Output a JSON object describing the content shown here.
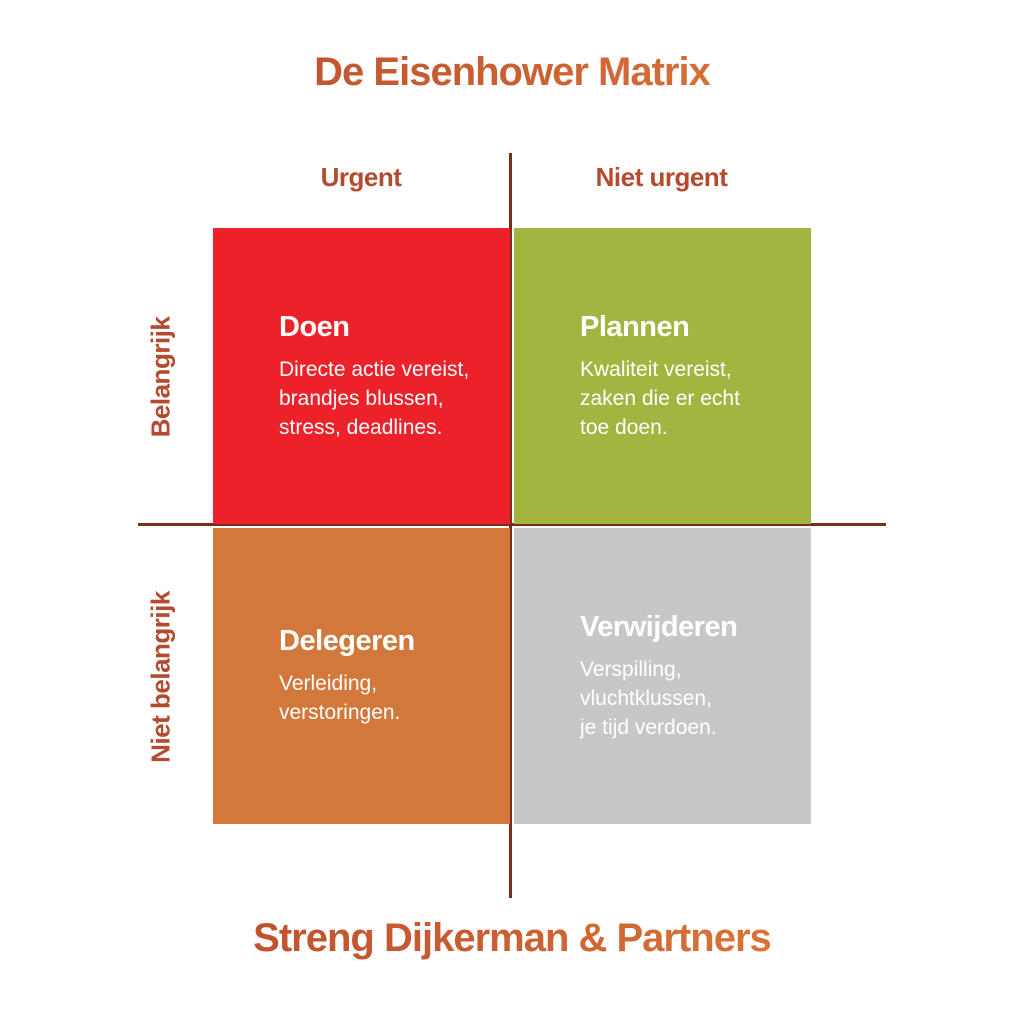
{
  "title": "De Eisenhower Matrix",
  "footer": "Streng Dijkerman & Partners",
  "axes": {
    "col_left": "Urgent",
    "col_right": "Niet urgent",
    "row_top": "Belangrijk",
    "row_bottom": "Niet belangrijk"
  },
  "quadrants": [
    {
      "title": "Doen",
      "body": "Directe actie vereist,\nbrandjes blussen,\nstress, deadlines.",
      "color": "#ed2129"
    },
    {
      "title": "Plannen",
      "body": "Kwaliteit vereist,\nzaken die er echt\ntoe doen.",
      "color": "#a4b441"
    },
    {
      "title": "Delegeren",
      "body": "Verleiding,\nverstoringen.",
      "color": "#d2783a"
    },
    {
      "title": "Verwijderen",
      "body": "Verspilling,\nvluchtklussen,\nje tijd verdoen.",
      "color": "#c7c7c7"
    }
  ],
  "colors": {
    "title_gradient_start": "#b5492c",
    "title_gradient_end": "#e8873f",
    "axis_label": "#b54b2e",
    "axis_line": "#7b2c1c",
    "quadrant_text": "#ffffff",
    "background": "#ffffff"
  }
}
